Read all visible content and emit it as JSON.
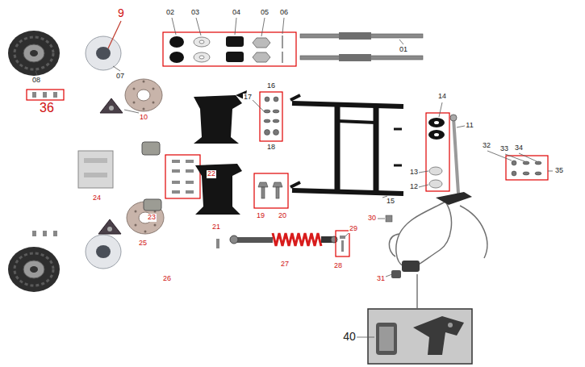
{
  "diagram": {
    "labels": [
      "9",
      "02",
      "03",
      "04",
      "05",
      "06",
      "08",
      "07",
      "01",
      "16",
      "17",
      "18",
      "14",
      "11",
      "36",
      "10",
      "22",
      "24",
      "23",
      "13",
      "12",
      "19",
      "20",
      "15",
      "32",
      "33",
      "34",
      "35",
      "30",
      "29",
      "21",
      "25",
      "26",
      "27",
      "28",
      "31",
      "40"
    ]
  }
}
